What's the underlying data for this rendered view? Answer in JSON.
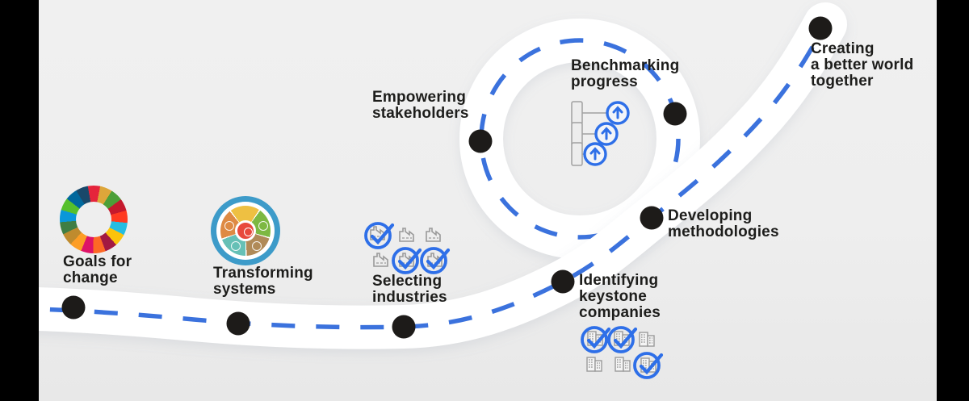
{
  "diagram": {
    "kind": "roadmap-infographic",
    "colors": {
      "background": "#eeeeee",
      "side_bars": "#000000",
      "road": "#ffffff",
      "dashed_line": "#3b72dd",
      "milestone_dot": "#1d1b19",
      "text": "#1d1d1b",
      "icon_blue": "#2e6fe8",
      "icon_gray": "#9a9a9a"
    },
    "milestones": [
      {
        "id": "goals-for-change",
        "lines": [
          "Goals for",
          "change"
        ],
        "icon": "sdg-color-wheel"
      },
      {
        "id": "transforming-systems",
        "lines": [
          "Transforming",
          "systems"
        ],
        "icon": "systems-sector-wheel"
      },
      {
        "id": "selecting-industries",
        "lines": [
          "Selecting",
          "industries"
        ],
        "icon": "factory-grid",
        "icons_checked": [
          true,
          false,
          false,
          false,
          true,
          true
        ]
      },
      {
        "id": "identifying-keystone-companies",
        "lines": [
          "Identifying",
          "keystone",
          "companies"
        ],
        "icon": "building-grid",
        "icons_checked": [
          true,
          true,
          false,
          false,
          false,
          true
        ]
      },
      {
        "id": "developing-methodologies",
        "lines": [
          "Developing",
          "methodologies"
        ],
        "icon": "none"
      },
      {
        "id": "empowering-stakeholders",
        "lines": [
          "Empowering",
          "stakeholders"
        ],
        "icon": "none"
      },
      {
        "id": "benchmarking-progress",
        "lines": [
          "Benchmarking",
          "progress"
        ],
        "icon": "bar-rows-with-up-arrows"
      },
      {
        "id": "creating-a-better-world",
        "lines": [
          "Creating",
          "a better world",
          "together"
        ],
        "icon": "none"
      }
    ]
  }
}
